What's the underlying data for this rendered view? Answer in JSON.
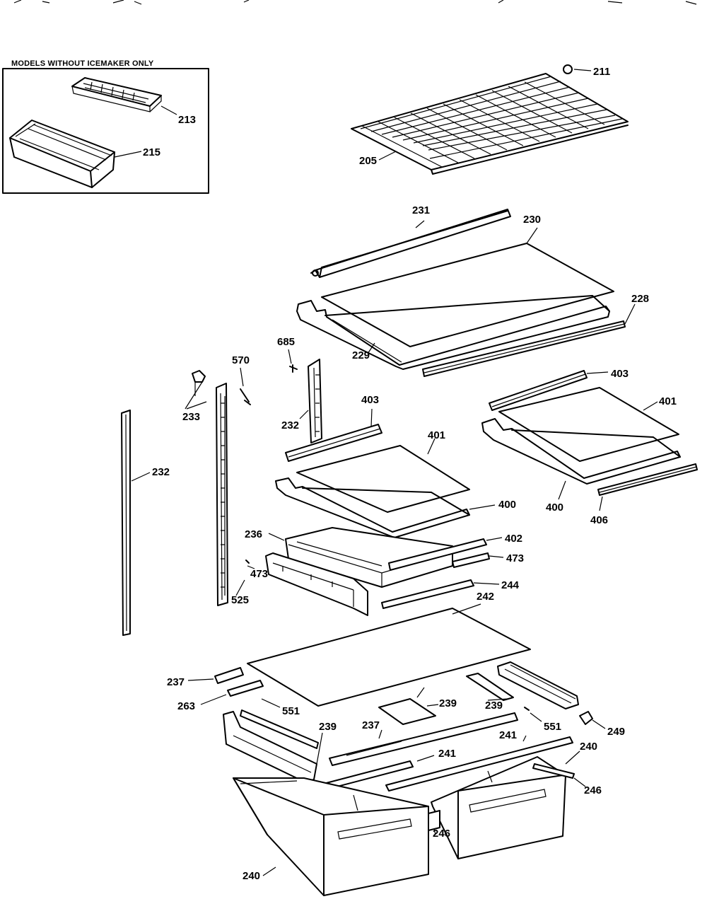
{
  "inset": {
    "title": "MODELS WITHOUT ICEMAKER ONLY"
  },
  "labels": {
    "p211": "211",
    "p213": "213",
    "p215": "215",
    "p205": "205",
    "p231": "231",
    "p230": "230",
    "p228": "228",
    "p229": "229",
    "p685": "685",
    "p570": "570",
    "p233": "233",
    "p232a": "232",
    "p232b": "232",
    "p403a": "403",
    "p403b": "403",
    "p401a": "401",
    "p401b": "401",
    "p400a": "400",
    "p400b": "400",
    "p406": "406",
    "p236": "236",
    "p402": "402",
    "p473a": "473",
    "p473b": "473",
    "p244": "244",
    "p525": "525",
    "p242": "242",
    "p237a": "237",
    "p237b": "237",
    "p263": "263",
    "p551a": "551",
    "p551b": "551",
    "p239a": "239",
    "p239b": "239",
    "p239c": "239",
    "p249": "249",
    "p241a": "241",
    "p241b": "241",
    "p240a": "240",
    "p240b": "240",
    "p246a": "246",
    "p246b": "246"
  }
}
